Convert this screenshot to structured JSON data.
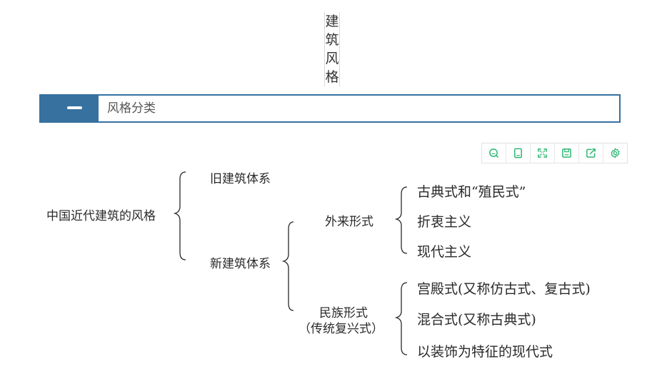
{
  "title_chars": [
    "建",
    "筑",
    "风",
    "格"
  ],
  "category": {
    "label": "风格分类"
  },
  "toolbar": {
    "color": "#2cb673",
    "buttons": [
      {
        "name": "zoom-icon"
      },
      {
        "name": "copy-icon"
      },
      {
        "name": "fullscreen-icon"
      },
      {
        "name": "save-icon"
      },
      {
        "name": "share-icon"
      },
      {
        "name": "settings-icon"
      }
    ]
  },
  "diagram": {
    "root": "中国近代建筑的风格",
    "old_system": "旧建筑体系",
    "new_system": "新建筑体系",
    "foreign_form": "外来形式",
    "national_form_line1": "民族形式",
    "national_form_line2": "（传统复兴式）",
    "foreign_styles": [
      "古典式和“殖民式”",
      "折衷主义",
      "现代主义"
    ],
    "national_styles": [
      "宫殿式(又称仿古式、复古式)",
      "混合式(又称古典式)",
      "以装饰为特征的现代式"
    ]
  }
}
